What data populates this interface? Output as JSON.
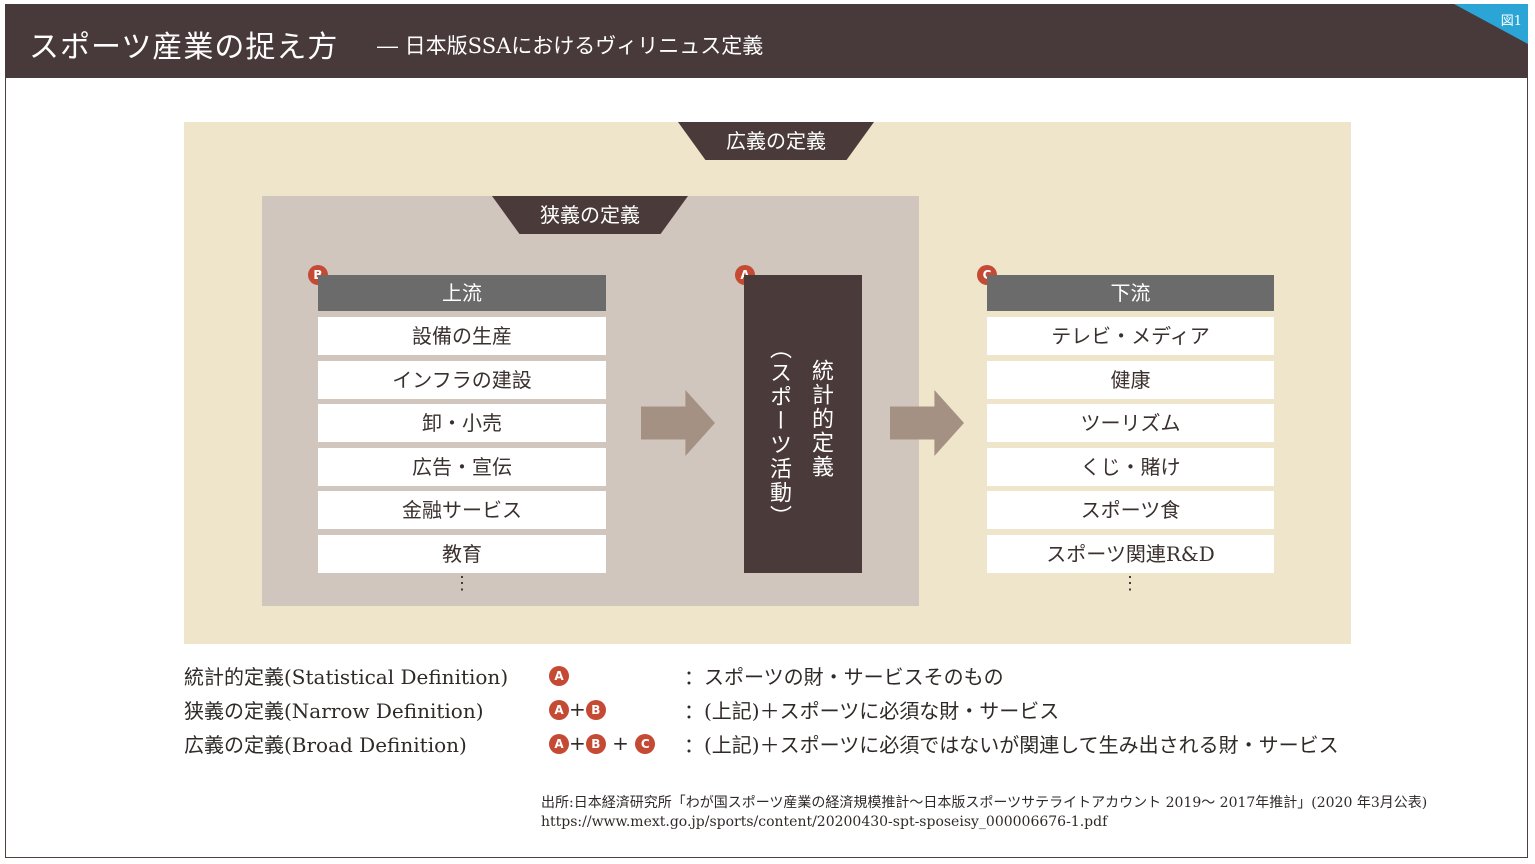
{
  "header": {
    "title": "スポーツ産業の捉え方",
    "subtitle": "― 日本版SSAにおけるヴィリニュス定義",
    "figure_label": "図1",
    "bg_color": "#48393a",
    "corner_color": "#2aa5d5"
  },
  "diagram": {
    "broad_label": "広義の定義",
    "narrow_label": "狭義の定義",
    "upstream": {
      "badge": "B",
      "header": "上流",
      "items": [
        "設備の生産",
        "インフラの建設",
        "卸・小売",
        "広告・宣伝",
        "金融サービス",
        "教育"
      ],
      "ellipsis": "⋮"
    },
    "statistical": {
      "badge": "A",
      "line1": "統計的定義",
      "line2": "（スポーツ活動）"
    },
    "downstream": {
      "badge": "C",
      "header": "下流",
      "items": [
        "テレビ・メディア",
        "健康",
        "ツーリズム",
        "くじ・賭け",
        "スポーツ食",
        "スポーツ関連R&D"
      ],
      "ellipsis": "⋮"
    },
    "colors": {
      "broad_bg": "#efe5cb",
      "narrow_bg": "#d1c6bd",
      "dark": "#4a3a39",
      "header_gray": "#6c6b6b",
      "arrow": "#a49184",
      "badge": "#c44a34"
    }
  },
  "legend": [
    {
      "term": "統計的定義(Statistical Definition)",
      "badges": [
        "A"
      ],
      "desc": "：スポーツの財・サービスそのもの"
    },
    {
      "term": "狭義の定義(Narrow Definition)",
      "badges": [
        "A",
        "B"
      ],
      "desc": "：(上記)＋スポーツに必須な財・サービス"
    },
    {
      "term": "広義の定義(Broad Definition)",
      "badges": [
        "A",
        "B",
        "C"
      ],
      "desc": "：(上記)＋スポーツに必須ではないが関連して生み出される財・サービス"
    }
  ],
  "plus": "+",
  "source": {
    "line1": "出所:日本経済研究所「わが国スポーツ産業の経済規模推計〜日本版スポーツサテライトアカウント 2019〜 2017年推計」(2020 年3月公表)",
    "line2": "https://www.mext.go.jp/sports/content/20200430-spt-sposeisy_000006676-1.pdf"
  }
}
